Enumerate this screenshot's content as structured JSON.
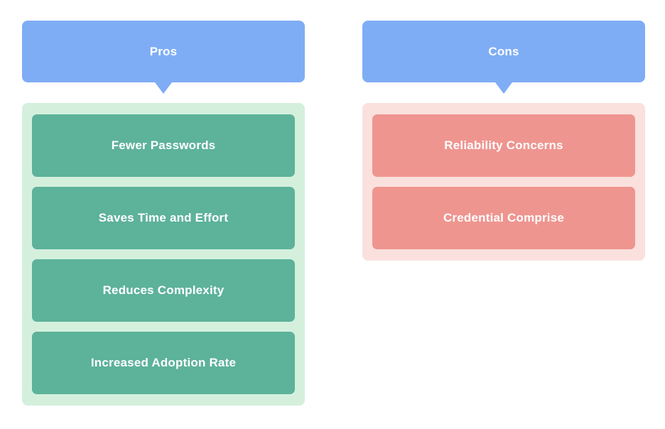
{
  "diagram": {
    "type": "pros-and-cons",
    "colors": {
      "header_blue": "#7fadf5",
      "pros_container_green": "#d4f0dd",
      "pros_item_teal": "#5db29a",
      "cons_container_pink": "#fae1de",
      "cons_item_salmon": "#ef9590",
      "label_text": "#ffffff",
      "background": "#ffffff"
    },
    "columns": [
      {
        "id": "pros",
        "header": "Pros",
        "items": [
          {
            "label": "Fewer Passwords"
          },
          {
            "label": "Saves Time and Effort"
          },
          {
            "label": "Reduces Complexity"
          },
          {
            "label": "Increased Adoption Rate"
          }
        ]
      },
      {
        "id": "cons",
        "header": "Cons",
        "items": [
          {
            "label": "Reliability Concerns"
          },
          {
            "label": "Credential Comprise"
          }
        ]
      }
    ]
  }
}
